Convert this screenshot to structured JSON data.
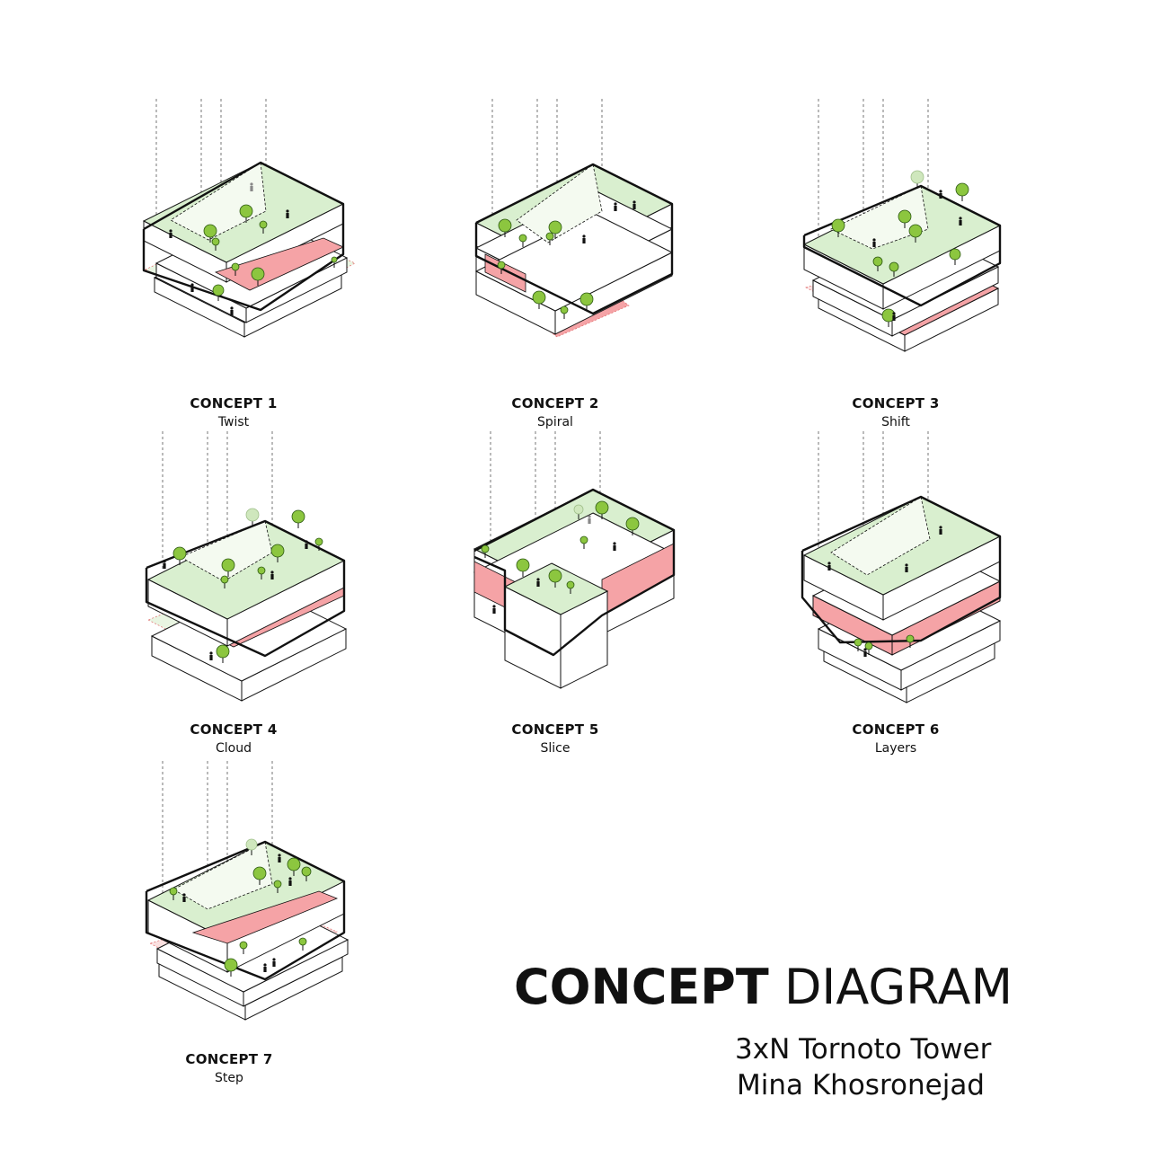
{
  "concepts": [
    {
      "title": "CONCEPT 1",
      "subtitle": "Twist"
    },
    {
      "title": "CONCEPT 2",
      "subtitle": "Spiral"
    },
    {
      "title": "CONCEPT 3",
      "subtitle": "Shift"
    },
    {
      "title": "CONCEPT 4",
      "subtitle": "Cloud"
    },
    {
      "title": "CONCEPT 5",
      "subtitle": "Slice"
    },
    {
      "title": "CONCEPT 6",
      "subtitle": "Layers"
    },
    {
      "title": "CONCEPT 7",
      "subtitle": "Step"
    }
  ],
  "header": {
    "title_bold": "CONCEPT",
    "title_light": "DIAGRAM",
    "project": "3xN Tornoto Tower",
    "author": "Mina Khosronejad"
  },
  "colors": {
    "roof": "#d9efcf",
    "accent": "#f5a3a6",
    "tree": "#8cc63f",
    "line": "#111111",
    "dashed": "#555555"
  }
}
